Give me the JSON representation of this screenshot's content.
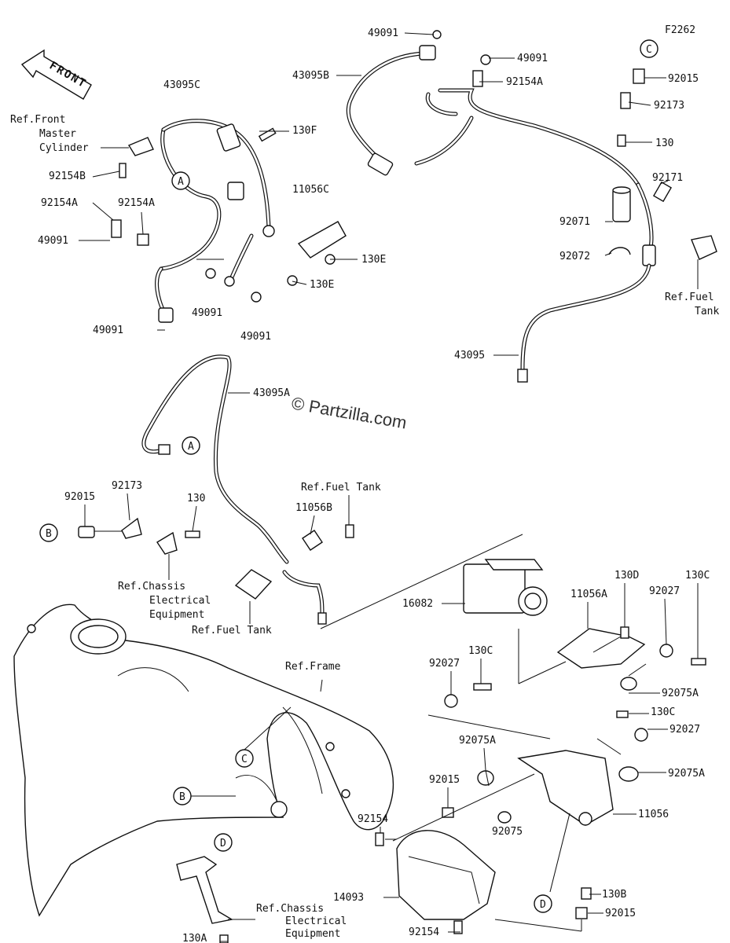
{
  "diagram": {
    "figure_code": "F2262",
    "watermark": "© Partzilla.com",
    "front_arrow_text": "FRONT",
    "labels": {
      "p49091_top": "49091",
      "p49091_r": "49091",
      "p43095B": "43095B",
      "p92154A_top": "92154A",
      "p92015_tr": "92015",
      "p92173_tr": "92173",
      "p130_tr": "130",
      "p43095C": "43095C",
      "ref_front_master_1": "Ref.Front",
      "ref_front_master_2": "Master",
      "ref_front_master_3": "Cylinder",
      "p92154B": "92154B",
      "p130F": "130F",
      "p11056C": "11056C",
      "p92154A_l": "92154A",
      "p92154A_l2": "92154A",
      "p49091_l": "49091",
      "p130E_1": "130E",
      "p130E_2": "130E",
      "p49091_m1": "49091",
      "p49091_m2": "49091",
      "p49091_bl": "49091",
      "p92171": "92171",
      "p92071": "92071",
      "p92072": "92072",
      "ref_fuel_tank_r1": "Ref.Fuel",
      "ref_fuel_tank_r2": "Tank",
      "p43095": "43095",
      "p43095A": "43095A",
      "p92015_l": "92015",
      "p92173_l": "92173",
      "p130_l": "130",
      "ref_fuel_tank_m": "Ref.Fuel Tank",
      "p11056B": "11056B",
      "ref_chassis_1": "Ref.Chassis",
      "ref_chassis_2": "Electrical",
      "ref_chassis_3": "Equipment",
      "ref_fuel_tank_b": "Ref.Fuel Tank",
      "p16082": "16082",
      "p130D": "130D",
      "p130C_r": "130C",
      "p11056A": "11056A",
      "p92027_r": "92027",
      "ref_frame": "Ref.Frame",
      "p130C_m": "130C",
      "p92027_m": "92027",
      "p92075A_r1": "92075A",
      "p130C_r2": "130C",
      "p92027_r2": "92027",
      "p92075A_m": "92075A",
      "p92075A_r2": "92075A",
      "p92015_m": "92015",
      "p11056": "11056",
      "p92154_m": "92154",
      "p92075": "92075",
      "p14093": "14093",
      "p130B": "130B",
      "p92015_b": "92015",
      "ref_chassis_b1": "Ref.Chassis",
      "ref_chassis_b2": "Electrical",
      "ref_chassis_b3": "Equipment",
      "p130A": "130A",
      "p92154_b": "92154"
    },
    "callouts": {
      "A1": "A",
      "A2": "A",
      "B1": "B",
      "B2": "B",
      "C1": "C",
      "C2": "C",
      "D1": "D",
      "D2": "D"
    }
  }
}
